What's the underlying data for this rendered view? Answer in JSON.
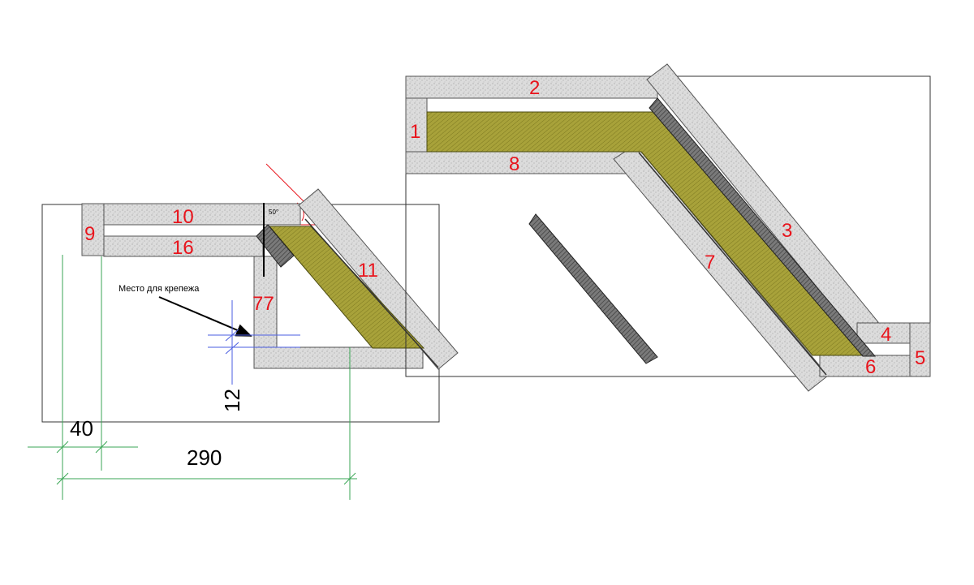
{
  "colors": {
    "part_label": "#e8141c",
    "board_fill": "#dcdcdc",
    "insulation_fill": "#a8a23a",
    "dark_board_fill": "#6e6e6e",
    "dimension_line": "#3aa655",
    "construction_line": "#4a5de0",
    "angle_line": "#e8141c"
  },
  "left_assembly": {
    "part_labels": [
      "9",
      "10",
      "16",
      "11",
      "77"
    ],
    "angle_label": "50°",
    "note": "Место для крепежа"
  },
  "right_assembly": {
    "part_labels": [
      "1",
      "2",
      "8",
      "3",
      "7",
      "4",
      "5",
      "6"
    ]
  },
  "dimensions": {
    "d40": "40",
    "d290": "290",
    "d12": "12"
  }
}
